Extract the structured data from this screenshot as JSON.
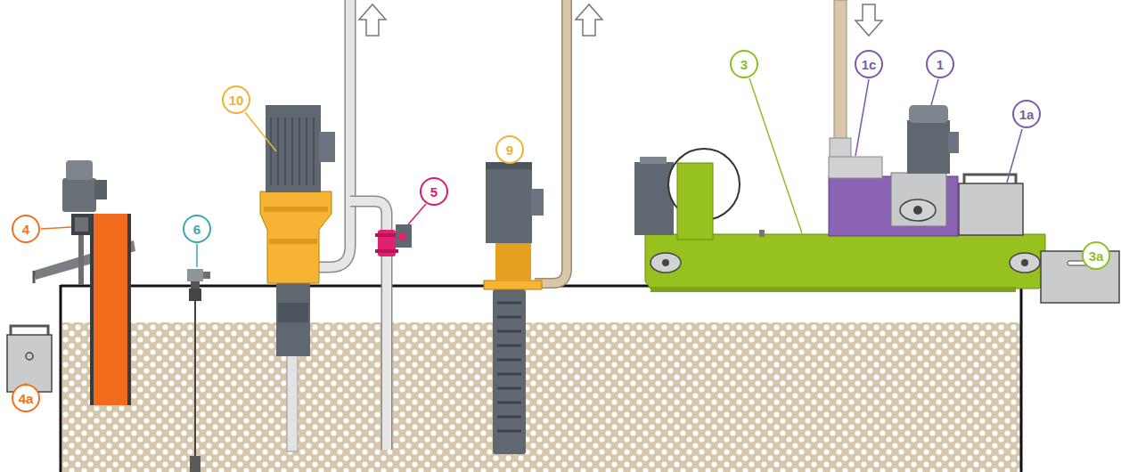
{
  "diagram": {
    "nodes": [
      {
        "text": [
          "3"
        ]
      },
      {
        "text": [
          "1c"
        ]
      },
      {
        "text": [
          "1"
        ]
      },
      {
        "text": [
          "10"
        ]
      },
      {
        "text": [
          "1a"
        ]
      },
      {
        "text": [
          "9"
        ]
      },
      {
        "text": [
          "5"
        ]
      },
      {
        "text": [
          "4"
        ]
      },
      {
        "text": [
          "6"
        ]
      },
      {
        "text": [
          "3a"
        ]
      },
      {
        "text": [
          "4a"
        ]
      }
    ],
    "edges": []
  }
}
